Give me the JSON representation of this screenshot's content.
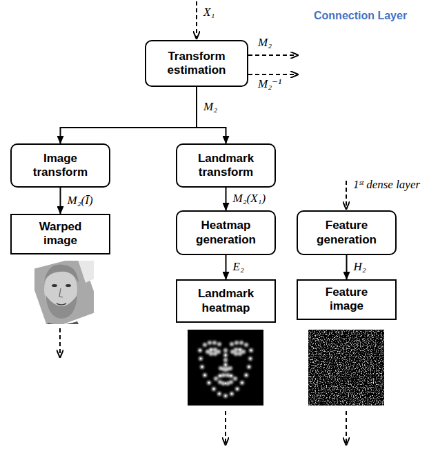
{
  "diagram": {
    "title": "Connection Layer",
    "nodes": [
      {
        "text": [
          "Transform estimation"
        ]
      },
      {
        "text": [
          "Image transform"
        ]
      },
      {
        "text": [
          "Landmark transform"
        ]
      },
      {
        "text": [
          "Warped image"
        ]
      },
      {
        "text": [
          "Heatmap generation"
        ]
      },
      {
        "text": [
          "Landmark heatmap"
        ]
      },
      {
        "text": [
          "Feature generation"
        ]
      },
      {
        "text": [
          "Feature image"
        ]
      }
    ],
    "edges": [
      {
        "from": 0,
        "to": 1,
        "arrow": "to",
        "label": "M₂"
      },
      {
        "from": 0,
        "to": 2,
        "arrow": "to"
      },
      {
        "from": 1,
        "to": 3,
        "arrow": "to",
        "label": "M₂(Ī)"
      },
      {
        "from": 2,
        "to": 4,
        "arrow": "to",
        "label": "M₂(X₁)"
      },
      {
        "from": 4,
        "to": 5,
        "arrow": "to",
        "label": "E₂"
      },
      {
        "from": 6,
        "to": 7,
        "arrow": "to",
        "label": "H₂"
      }
    ],
    "labels": [
      "X₁",
      "M₂",
      "M₂⁻¹",
      "1ˢᵗ dense layer"
    ]
  }
}
